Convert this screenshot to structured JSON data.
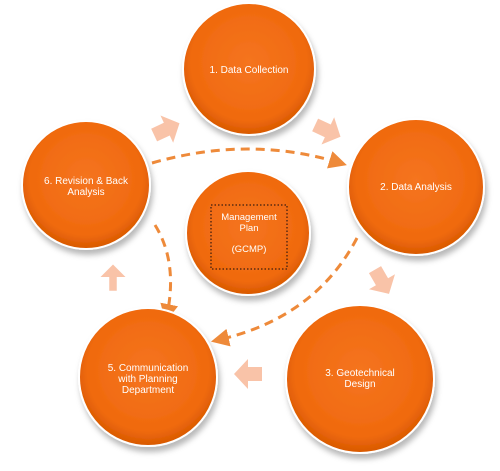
{
  "diagram": {
    "colors": {
      "circle_fill": "#f26a0c",
      "circle_edge": "#d45300",
      "arrow_block": "#f9c3a8",
      "dashed_arrow": "#ee8a3a",
      "center_border": "#5a2a10"
    },
    "steps": [
      {
        "label": "1. Data Collection"
      },
      {
        "label": "2. Data Analysis"
      },
      {
        "label": "3. Geotechnical\nDesign"
      },
      {
        "label": "5. Communication\nwith Planning\nDepartment"
      },
      {
        "label": "6. Revision & Back\nAnalysis"
      }
    ],
    "center": {
      "line1": "Management",
      "line2": "Plan",
      "line3": "(GCMP)"
    }
  }
}
